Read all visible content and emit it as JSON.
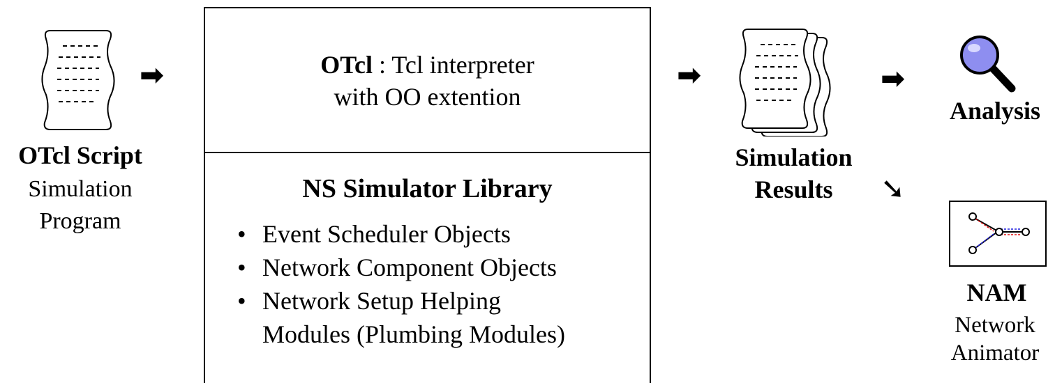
{
  "script": {
    "title": "OTcl Script",
    "subtitle_line1": "Simulation",
    "subtitle_line2": "Program"
  },
  "arrows": {
    "right": "➡",
    "down_right": "➘"
  },
  "interpreter": {
    "name": "OTcl",
    "desc_part1": " : Tcl interpreter",
    "desc_part2": "with OO extention"
  },
  "library": {
    "title": "NS Simulator Library",
    "bullet": "•",
    "items": [
      "Event Scheduler Objects",
      "Network Component Objects",
      "Network Setup Helping",
      "Modules (Plumbing Modules)"
    ]
  },
  "results": {
    "line1": "Simulation",
    "line2": "Results"
  },
  "analysis": {
    "label": "Analysis",
    "icon": "magnifier-icon"
  },
  "nam": {
    "label": "NAM",
    "sub_line1": "Network",
    "sub_line2": "Animator",
    "icon": "network-graph-icon"
  },
  "colors": {
    "magnifier_lens": "#8e8ef0",
    "link_red": "#e01010",
    "link_blue": "#2020e0"
  }
}
